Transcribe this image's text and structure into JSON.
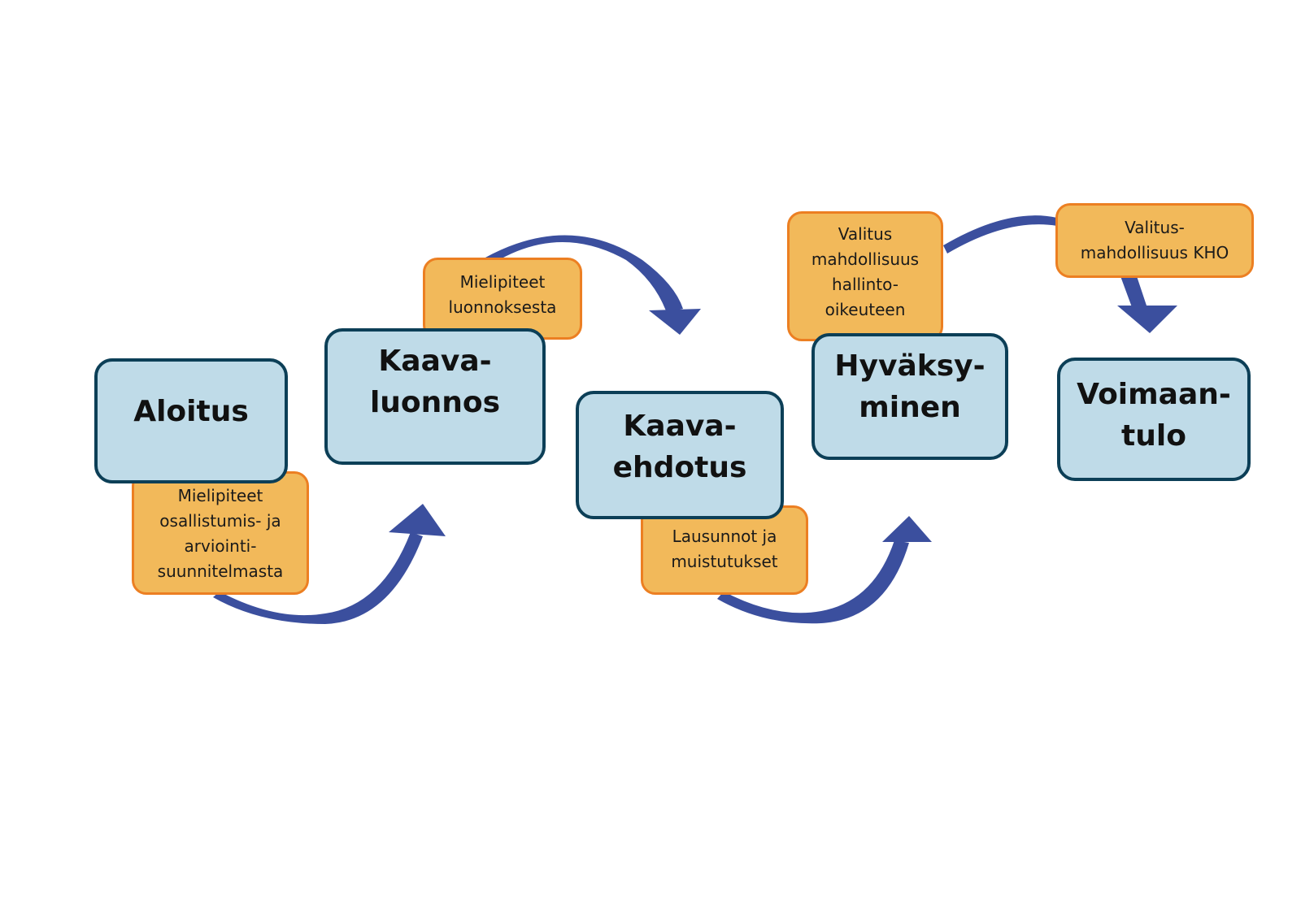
{
  "colors": {
    "stage_fill": "#bfdbe8",
    "stage_border": "#0c3f57",
    "note_fill": "#f2b95a",
    "note_border": "#ec7f22",
    "arrow": "#3b4f9e"
  },
  "stages": [
    {
      "label": "Aloitus"
    },
    {
      "label": "Kaava-\nluonnos"
    },
    {
      "label": "Kaava-\nehdotus"
    },
    {
      "label": "Hyväksy-\nminen"
    },
    {
      "label": "Voimaan-\ntulo"
    }
  ],
  "notes": [
    {
      "label": "Mielipiteet\nosallistumis- ja\narviointi-\nsuunnitelmasta"
    },
    {
      "label": "Mielipiteet\nluonnoksesta"
    },
    {
      "label": "Lausunnot ja\nmuistutukset"
    },
    {
      "label": "Valitus\nmahdollisuus\nhallinto-\noikeuteen"
    },
    {
      "label": "Valitus-\nmahdollisuus KHO"
    }
  ]
}
